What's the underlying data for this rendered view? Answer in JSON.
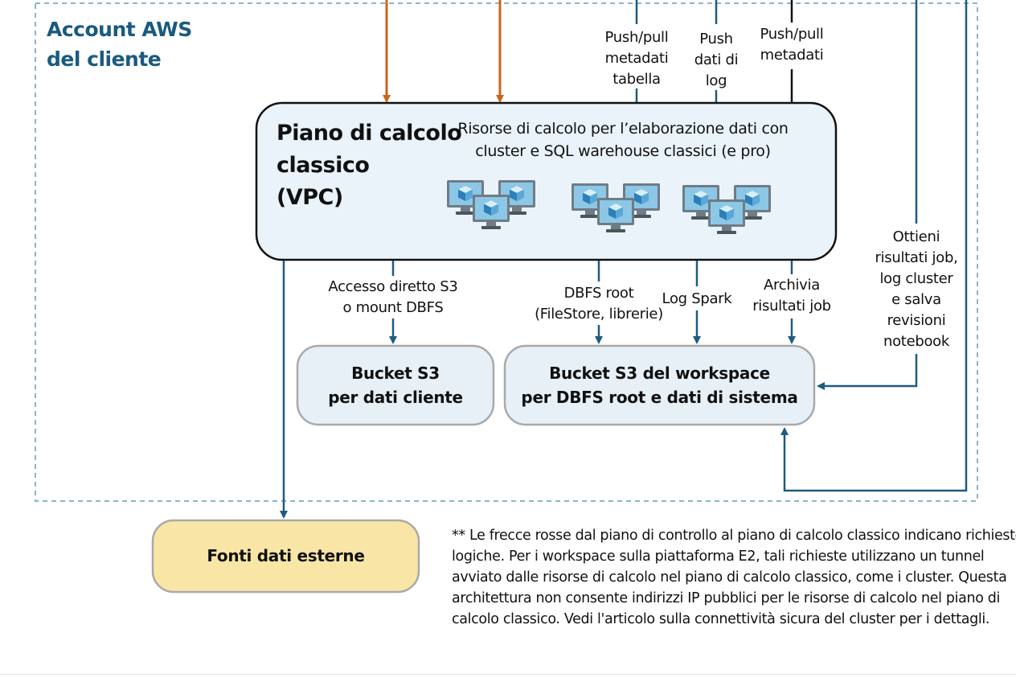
{
  "account": {
    "title_lines": [
      "Account AWS",
      "del cliente"
    ]
  },
  "compute_plane": {
    "title_lines": [
      "Piano di calcolo",
      "classico",
      "(VPC)"
    ],
    "description_lines": [
      "Risorse di calcolo per l’elaborazione dati con",
      "cluster e SQL warehouse classici (e pro)"
    ]
  },
  "labels": {
    "push_pull_table": [
      "Push/pull",
      "metadati",
      "tabella"
    ],
    "push_logs": [
      "Push",
      "dati di",
      "log"
    ],
    "push_pull_meta": [
      "Push/pull",
      "metadati"
    ],
    "direct_s3": [
      "Accesso diretto S3",
      "o mount DBFS"
    ],
    "dbfs_root": [
      "DBFS root",
      "(FileStore, librerie)"
    ],
    "log_spark": [
      "Log Spark"
    ],
    "archive_results": [
      "Archivia",
      "risultati job"
    ],
    "job_results": [
      "Ottieni",
      "risultati job,",
      "log cluster",
      "e salva",
      "revisioni",
      "notebook"
    ]
  },
  "boxes": {
    "customer_bucket": [
      "Bucket S3",
      "per dati cliente"
    ],
    "workspace_bucket": [
      "Bucket S3 del workspace",
      "per DBFS root e dati di sistema"
    ],
    "external_sources": [
      "Fonti dati esterne"
    ]
  },
  "footnote_lines": [
    "** Le frecce rosse dal piano di controllo al piano di calcolo classico indicano richieste",
    "logiche. Per i workspace sulla piattaforma E2, tali richieste utilizzano un tunnel",
    "avviato dalle risorse di calcolo nel piano di calcolo classico, come i cluster. Questa",
    "architettura non consente indirizzi IP pubblici per le risorse di calcolo nel piano di",
    "calcolo classico. Vedi l'articolo sulla connettività sicura del cluster per i dettagli."
  ],
  "colors": {
    "account_border": "#8fb3c9",
    "account_title": "#1a5a80",
    "arrow_blue": "#1e5b82",
    "arrow_orange": "#c8651b",
    "compute_fill": "#eaf3fa",
    "bucket_fill": "#e7f0f7",
    "external_fill": "#f9e6a6"
  },
  "icons": [
    "server-cluster-icon",
    "server-cluster-icon",
    "server-cluster-icon"
  ]
}
